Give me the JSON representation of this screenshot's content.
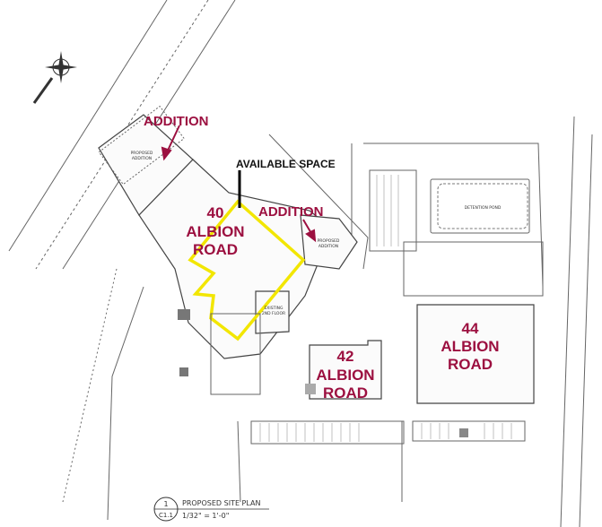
{
  "title_block": {
    "sheet_number": "1",
    "sheet_ref": "C1.1",
    "title": "PROPOSED SITE PLAN",
    "scale": "1/32\" = 1'-0\""
  },
  "labels": {
    "addition_top": "ADDITION",
    "addition_right": "ADDITION",
    "available_space": "AVAILABLE SPACE",
    "bldg_40_num": "40",
    "bldg_40_street": [
      "ALBION",
      "ROAD"
    ],
    "bldg_42_num": "42",
    "bldg_42_street": [
      "ALBION",
      "ROAD"
    ],
    "bldg_44_num": "44",
    "bldg_44_street": [
      "ALBION",
      "ROAD"
    ]
  },
  "small_notes": {
    "proposed_addition_left": [
      "PROPOSED",
      "ADDITION"
    ],
    "proposed_addition_right": [
      "PROPOSED",
      "ADDITION"
    ],
    "existing_2nd_floor": [
      "EXISTING",
      "2ND FLOOR"
    ],
    "detention_pond": "DETENTION POND"
  },
  "colors": {
    "label_red": "#9c1040",
    "highlight_yellow": "#f2e600",
    "linework": "#555555"
  },
  "icons": [
    "north-arrow-icon"
  ]
}
